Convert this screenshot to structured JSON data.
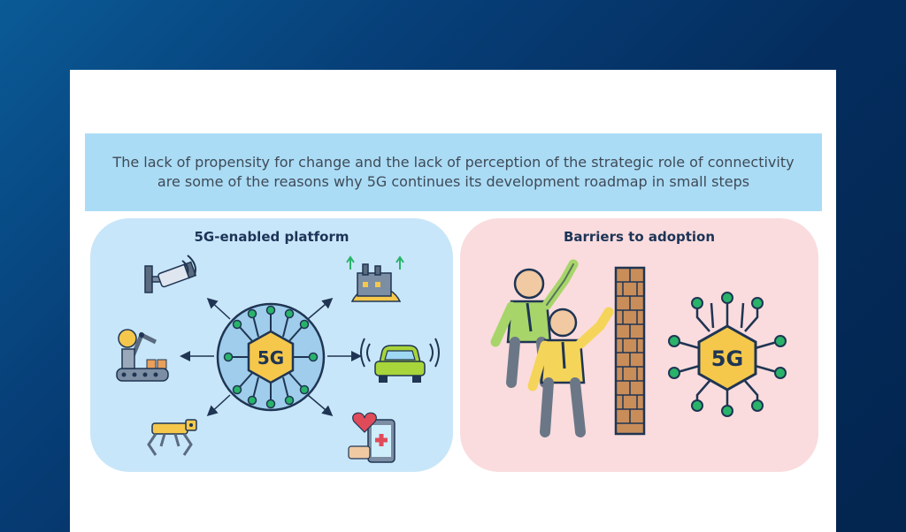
{
  "banner": {
    "text": "The lack of propensity for change and the lack of perception of the strategic role of connectivity are some of the reasons why 5G continues its development roadmap in small steps"
  },
  "left_panel": {
    "title": "5G-enabled platform",
    "hub_label": "5G",
    "icons": [
      "security-camera-icon",
      "smart-factory-icon",
      "industrial-robot-arm-icon",
      "connected-car-icon",
      "robot-dog-icon",
      "health-app-icon"
    ]
  },
  "right_panel": {
    "title": "Barriers to adoption",
    "chip_label": "5G",
    "icons": [
      "climbing-people-icon",
      "brick-wall-icon",
      "5g-chip-icon"
    ]
  },
  "colors": {
    "background_dark": "#03254f",
    "banner": "#abdcf6",
    "left_panel": "#c8e6f9",
    "right_panel": "#fadcde",
    "hexagon": "#f5c84c",
    "node_green": "#29b36a",
    "title_text": "#1c3457"
  }
}
